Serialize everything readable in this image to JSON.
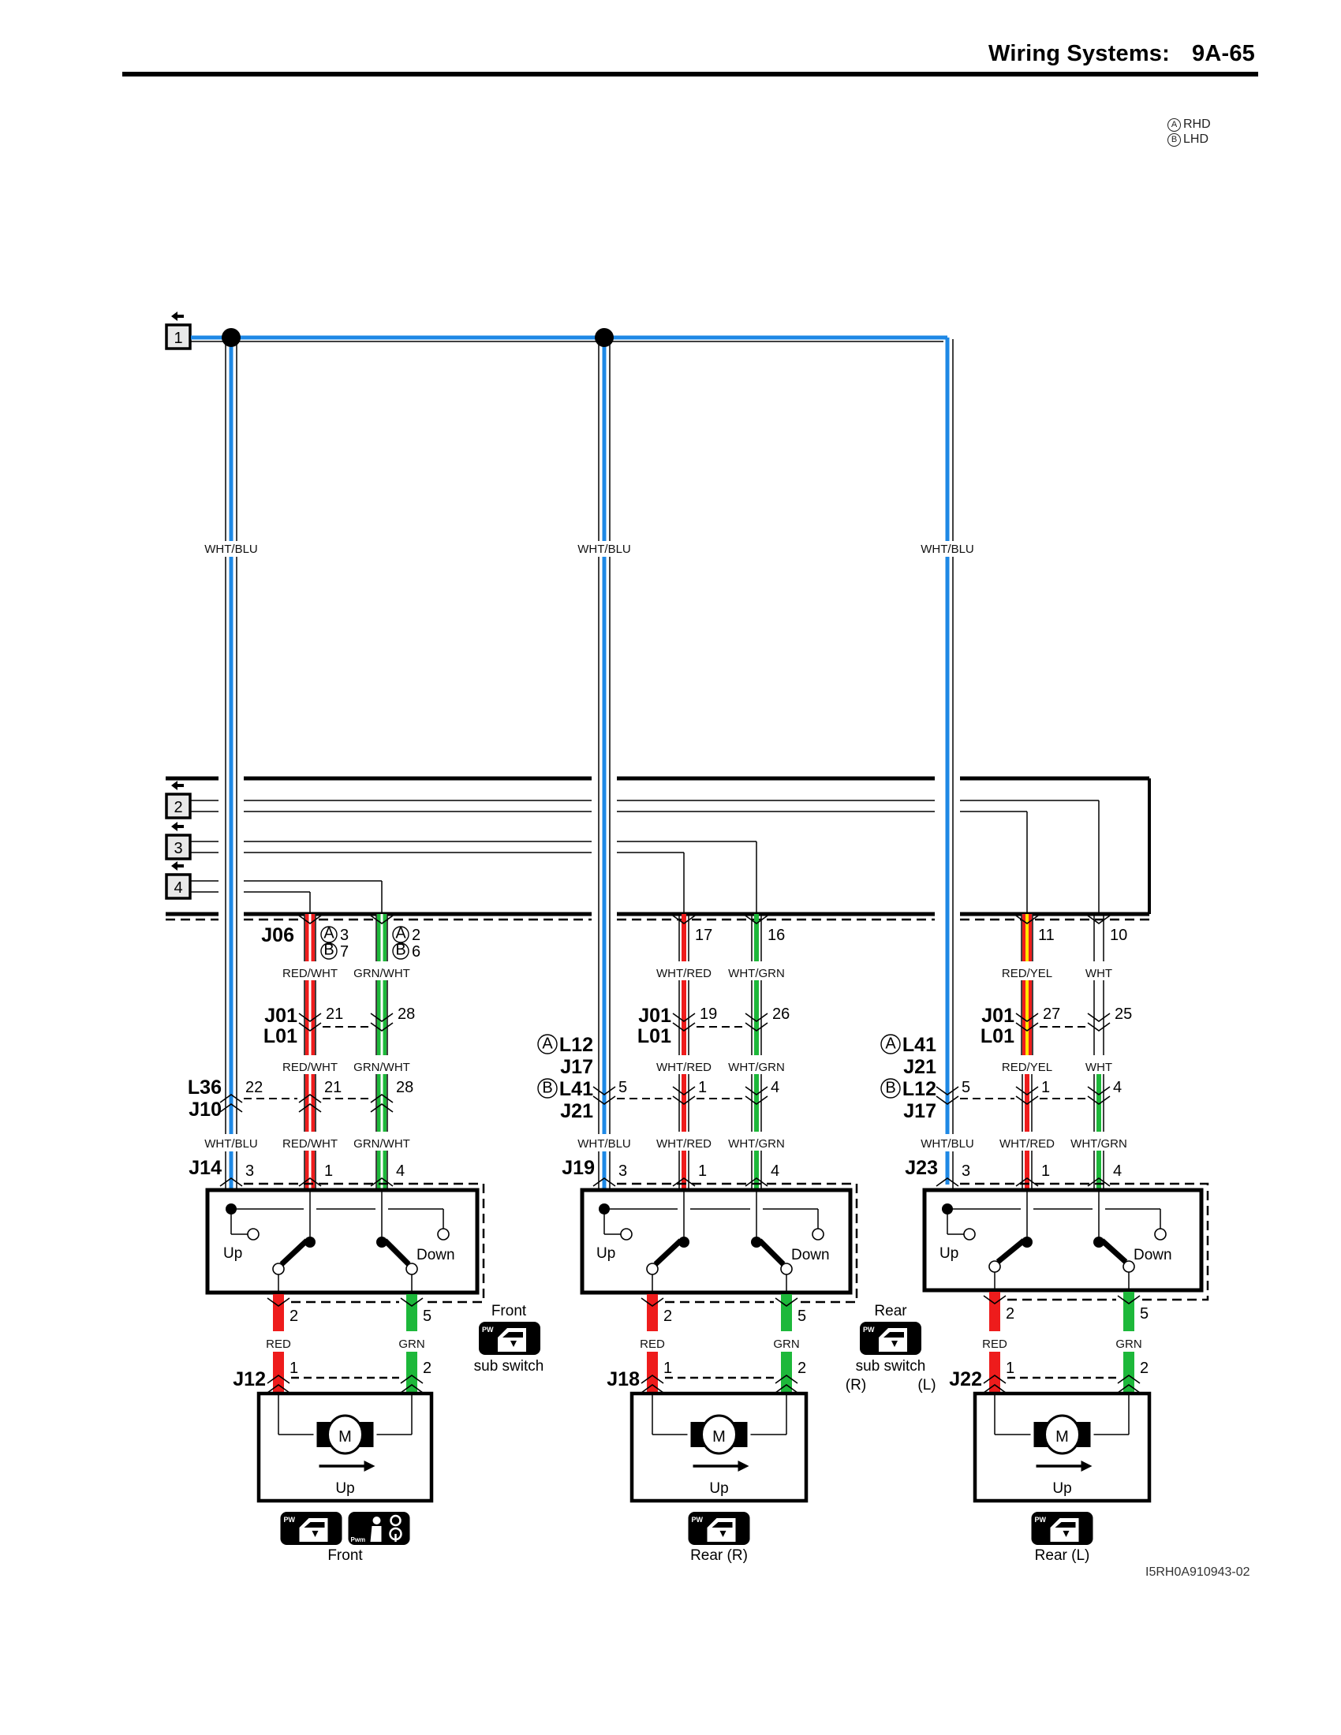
{
  "header": {
    "section": "Wiring Systems:",
    "page": "9A-65"
  },
  "legend": [
    {
      "mark": "A",
      "label": "RHD"
    },
    {
      "mark": "B",
      "label": "LHD"
    }
  ],
  "colors": {
    "blue": "#1e88e5",
    "red": "#ee1c1c",
    "green": "#1db83a",
    "yellow": "#ffe600",
    "black": "#000000"
  },
  "connectors_left": [
    {
      "id": "1",
      "icon": "arrow-left-icon"
    },
    {
      "id": "2",
      "icon": "arrow-left-icon"
    },
    {
      "id": "3",
      "icon": "arrow-left-icon"
    },
    {
      "id": "4",
      "icon": "arrow-left-icon"
    }
  ],
  "feed_wire": {
    "color_code": "WHT/BLU"
  },
  "columns": [
    {
      "name": "Front",
      "feed_label": "WHT/BLU",
      "top_connector": {
        "id": "J06",
        "pins": [
          {
            "a": "3",
            "b": "7"
          },
          {
            "a": "2",
            "b": "6"
          }
        ]
      },
      "top_pins_plain": [
        "",
        ""
      ],
      "wire1": [
        "RED/WHT",
        "RED/WHT",
        "RED/WHT"
      ],
      "wire2": [
        "GRN/WHT",
        "GRN/WHT",
        "GRN/WHT"
      ],
      "junction1": {
        "ids": [
          "J01",
          "L01"
        ],
        "pins": [
          "21",
          "28"
        ]
      },
      "junction2": {
        "ids": [
          "L36",
          "J10"
        ],
        "pins": [
          "22",
          "21",
          "28"
        ]
      },
      "feed_label_bottom": "WHT/BLU",
      "switch_connector": {
        "id": "J14",
        "pins": [
          "3",
          "1",
          "4"
        ]
      },
      "switch": {
        "up": "Up",
        "down": "Down",
        "out_pins": [
          "2",
          "5"
        ]
      },
      "out_wires": [
        "RED",
        "GRN"
      ],
      "motor_connector": {
        "id": "J12",
        "pins": [
          "1",
          "2"
        ]
      },
      "motor": {
        "symbol": "M",
        "direction": "Up"
      },
      "caption": "Front"
    },
    {
      "name": "Rear (R)",
      "feed_label": "WHT/BLU",
      "top_pins_plain": [
        "17",
        "16"
      ],
      "wire1": [
        "WHT/RED",
        "WHT/RED",
        "WHT/RED"
      ],
      "wire2": [
        "WHT/GRN",
        "WHT/GRN",
        "WHT/GRN"
      ],
      "junction1": {
        "ids": [
          "J01",
          "L01"
        ],
        "pins": [
          "19",
          "26"
        ]
      },
      "junction2": {
        "ids": [
          "L12",
          "J17",
          "L41",
          "J21"
        ],
        "marks": [
          "A",
          "",
          "B",
          ""
        ],
        "pins": [
          "5",
          "1",
          "4"
        ]
      },
      "feed_label_bottom": "WHT/BLU",
      "switch_connector": {
        "id": "J19",
        "pins": [
          "3",
          "1",
          "4"
        ]
      },
      "switch": {
        "up": "Up",
        "down": "Down",
        "out_pins": [
          "2",
          "5"
        ]
      },
      "out_wires": [
        "RED",
        "GRN"
      ],
      "motor_connector": {
        "id": "J18",
        "pins": [
          "1",
          "2"
        ]
      },
      "motor": {
        "symbol": "M",
        "direction": "Up"
      },
      "caption": "Rear (R)"
    },
    {
      "name": "Rear (L)",
      "feed_label": "WHT/BLU",
      "top_pins_plain": [
        "11",
        "10"
      ],
      "wire1": [
        "RED/YEL",
        "RED/YEL",
        "WHT/RED"
      ],
      "wire2": [
        "WHT",
        "WHT",
        "WHT/GRN"
      ],
      "junction1": {
        "ids": [
          "J01",
          "L01"
        ],
        "pins": [
          "27",
          "25"
        ]
      },
      "junction2": {
        "ids": [
          "L41",
          "J21",
          "L12",
          "J17"
        ],
        "marks": [
          "A",
          "",
          "B",
          ""
        ],
        "pins": [
          "5",
          "1",
          "4"
        ]
      },
      "feed_label_bottom": "WHT/BLU",
      "switch_connector": {
        "id": "J23",
        "pins": [
          "3",
          "1",
          "4"
        ]
      },
      "switch": {
        "up": "Up",
        "down": "Down",
        "out_pins": [
          "2",
          "5"
        ]
      },
      "out_wires": [
        "RED",
        "GRN"
      ],
      "motor_connector": {
        "id": "J22",
        "pins": [
          "1",
          "2"
        ]
      },
      "motor": {
        "symbol": "M",
        "direction": "Up"
      },
      "caption": "Rear (L)"
    }
  ],
  "sub_switch_labels": {
    "front_title": "Front",
    "front_sub": "sub switch",
    "rear_title": "Rear",
    "rear_sub": "sub switch",
    "rear_r": "(R)",
    "rear_l": "(L)"
  },
  "icons": {
    "pw": "power-window-icon",
    "pw_text": "PW",
    "pwm": "seat-belt-airbag-icon",
    "pwm_text": "Pwm"
  },
  "reference_id": "I5RH0A910943-02"
}
